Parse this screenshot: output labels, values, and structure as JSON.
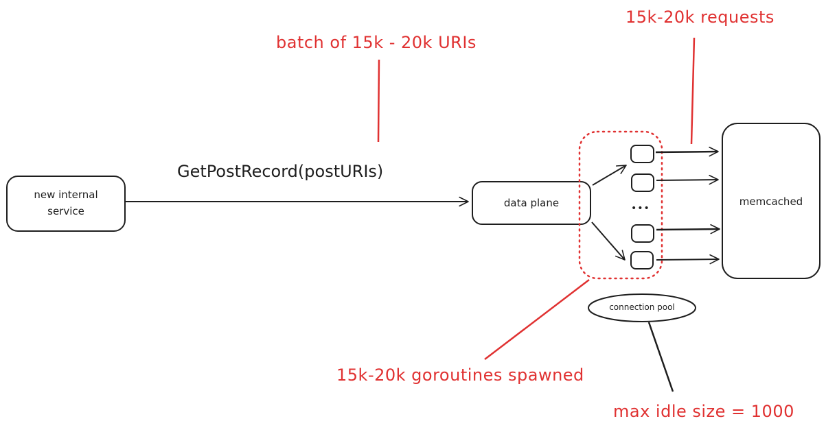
{
  "nodes": {
    "client": {
      "label_line1": "new internal",
      "label_line2": "service"
    },
    "data_plane": {
      "label": "data plane"
    },
    "memcached": {
      "label": "memcached"
    },
    "connection_pool": {
      "label": "connection pool"
    },
    "ellipsis": "•••"
  },
  "edges": {
    "request": {
      "label": "GetPostRecord(postURIs)"
    }
  },
  "annotations": {
    "batch": "batch of 15k - 20k URIs",
    "requests": "15k-20k requests",
    "goroutines": "15k-20k goroutines spawned",
    "max_idle": "max idle size = 1000"
  },
  "colors": {
    "stroke": "#1e1e1e",
    "accent": "#e03131"
  }
}
